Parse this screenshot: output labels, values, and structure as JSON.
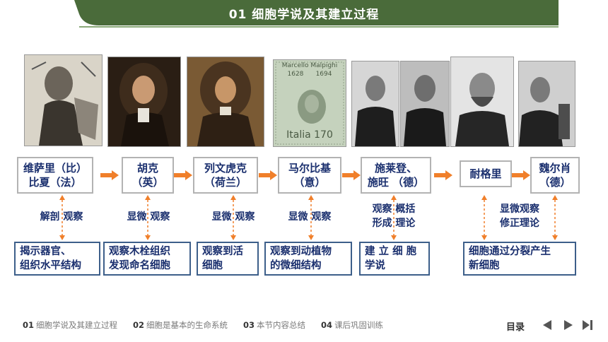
{
  "header": {
    "title": "01 细胞学说及其建立过程"
  },
  "scientists": [
    {
      "line1": "维萨里（比）",
      "line2": "比夏（法）"
    },
    {
      "line1": "胡克",
      "line2": "（英）"
    },
    {
      "line1": "列文虎克",
      "line2": "（荷兰）"
    },
    {
      "line1": "马尔比基",
      "line2": "（意）"
    },
    {
      "line1": "施莱登、",
      "line2": "施旺 （德）"
    },
    {
      "line1": "耐格里",
      "line2": ""
    },
    {
      "line1": "魏尔肖",
      "line2": "（德）"
    }
  ],
  "stamp": {
    "top": "Marcello Malpighi",
    "years": "1628      1694",
    "bottom": "Italia 170"
  },
  "methods": [
    {
      "line1": "解剖 观察",
      "line2": ""
    },
    {
      "line1": "显微 观察",
      "line2": ""
    },
    {
      "line1": "显微 观察",
      "line2": ""
    },
    {
      "line1": "显微 观察",
      "line2": ""
    },
    {
      "line1": "观察 概括",
      "line2": "形成 理论"
    },
    {
      "line1": "显微观察",
      "line2": "修正理论"
    }
  ],
  "results": [
    {
      "line1": "揭示器官、",
      "line2": "组织水平结构"
    },
    {
      "line1": "观察木栓组织",
      "line2": "发现命名细胞"
    },
    {
      "line1": "观察到活",
      "line2": "细胞"
    },
    {
      "line1": "观察到动植物",
      "line2": "的微细结构"
    },
    {
      "line1": "建 立 细 胞",
      "line2": "学说"
    },
    {
      "line1": "细胞通过分裂产生",
      "line2": "新细胞"
    }
  ],
  "footer": {
    "nav": [
      {
        "num": "01",
        "text": "细胞学说及其建立过程"
      },
      {
        "num": "02",
        "text": "细胞是基本的生命系统"
      },
      {
        "num": "03",
        "text": "本节内容总结"
      },
      {
        "num": "04",
        "text": "课后巩固训练"
      }
    ],
    "toc": "目录"
  },
  "colors": {
    "header_green": "#4a6b3a",
    "arrow_orange": "#f07f2a",
    "text_blue": "#1a2f6e",
    "border_blue": "#3d5f8a"
  },
  "icons": {
    "prev": "prev-triangle-icon",
    "next": "next-triangle-icon",
    "end": "end-icon"
  }
}
